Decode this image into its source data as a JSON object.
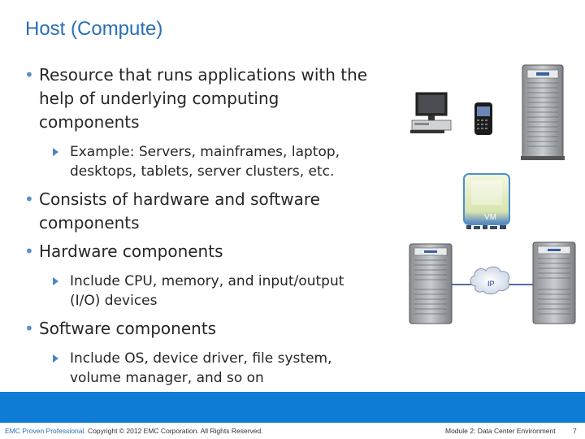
{
  "slide": {
    "title": "Host (Compute)",
    "bullets": [
      {
        "level": 1,
        "text": "Resource that runs applications with the help of underlying computing components"
      },
      {
        "level": 2,
        "text": "Example: Servers, mainframes, laptop, desktops, tablets, server clusters, etc."
      },
      {
        "level": 1,
        "text": "Consists of hardware and software components"
      },
      {
        "level": 1,
        "text": "Hardware components"
      },
      {
        "level": 2,
        "text": "Include CPU, memory, and input/output (I/O) devices"
      },
      {
        "level": 1,
        "text": "Software components"
      },
      {
        "level": 2,
        "text": "Include OS, device driver, file system, volume manager, and so on"
      }
    ]
  },
  "diagram": {
    "vm_label": "VM",
    "ip_label": "IP"
  },
  "footer": {
    "brand": "EMC Proven Professional.",
    "copyright": " Copyright © 2012 EMC Corporation. All Rights Reserved.",
    "module": "Module 2: Data Center Environment",
    "page": "7"
  },
  "colors": {
    "title": "#2a6fb5",
    "footer_bar": "#0e7cd4",
    "bullet": "#5a8fc7",
    "vm_border": "#4c8fd0",
    "network_line": "#1f3c8c"
  }
}
